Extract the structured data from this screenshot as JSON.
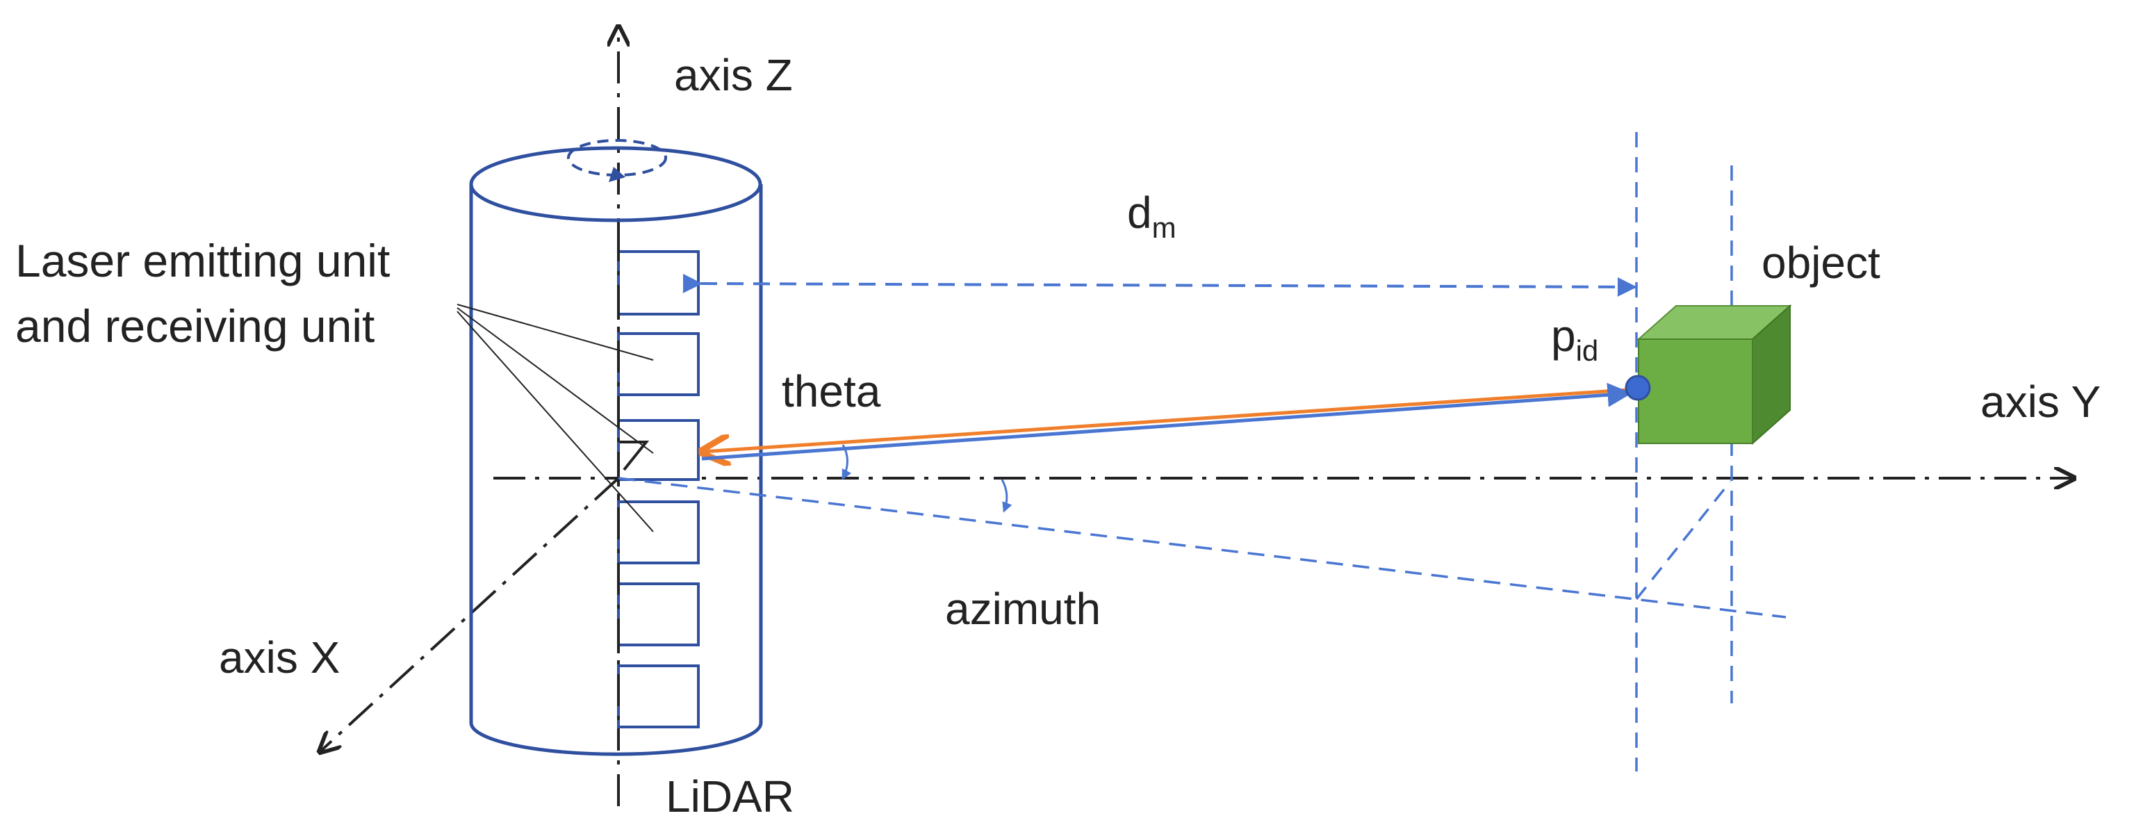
{
  "labels": {
    "axis_z": "axis Z",
    "axis_y": "axis Y",
    "axis_x": "axis X",
    "lidar": "LiDAR",
    "unit_line1": "Laser emitting unit",
    "unit_line2": "and receiving unit",
    "theta": "theta",
    "azimuth": "azimuth",
    "distance_main": "d",
    "distance_sub": "m",
    "point_main": "p",
    "point_sub": "id",
    "object": "object"
  },
  "colors": {
    "axis_black": "#222222",
    "lidar_outline": "#2f4f9f",
    "dashed_blue": "#4a76d2",
    "beam_blue": "#4a76d2",
    "beam_orange": "#f07f2c",
    "object_front": "#6cae44",
    "object_top": "#87c265",
    "object_side": "#4e8a2f",
    "point_fill": "#3c6ad0"
  },
  "icons": {
    "rotation": "rotation-arrow-icon",
    "point": "measured-point-icon",
    "object": "green-cube-icon"
  }
}
